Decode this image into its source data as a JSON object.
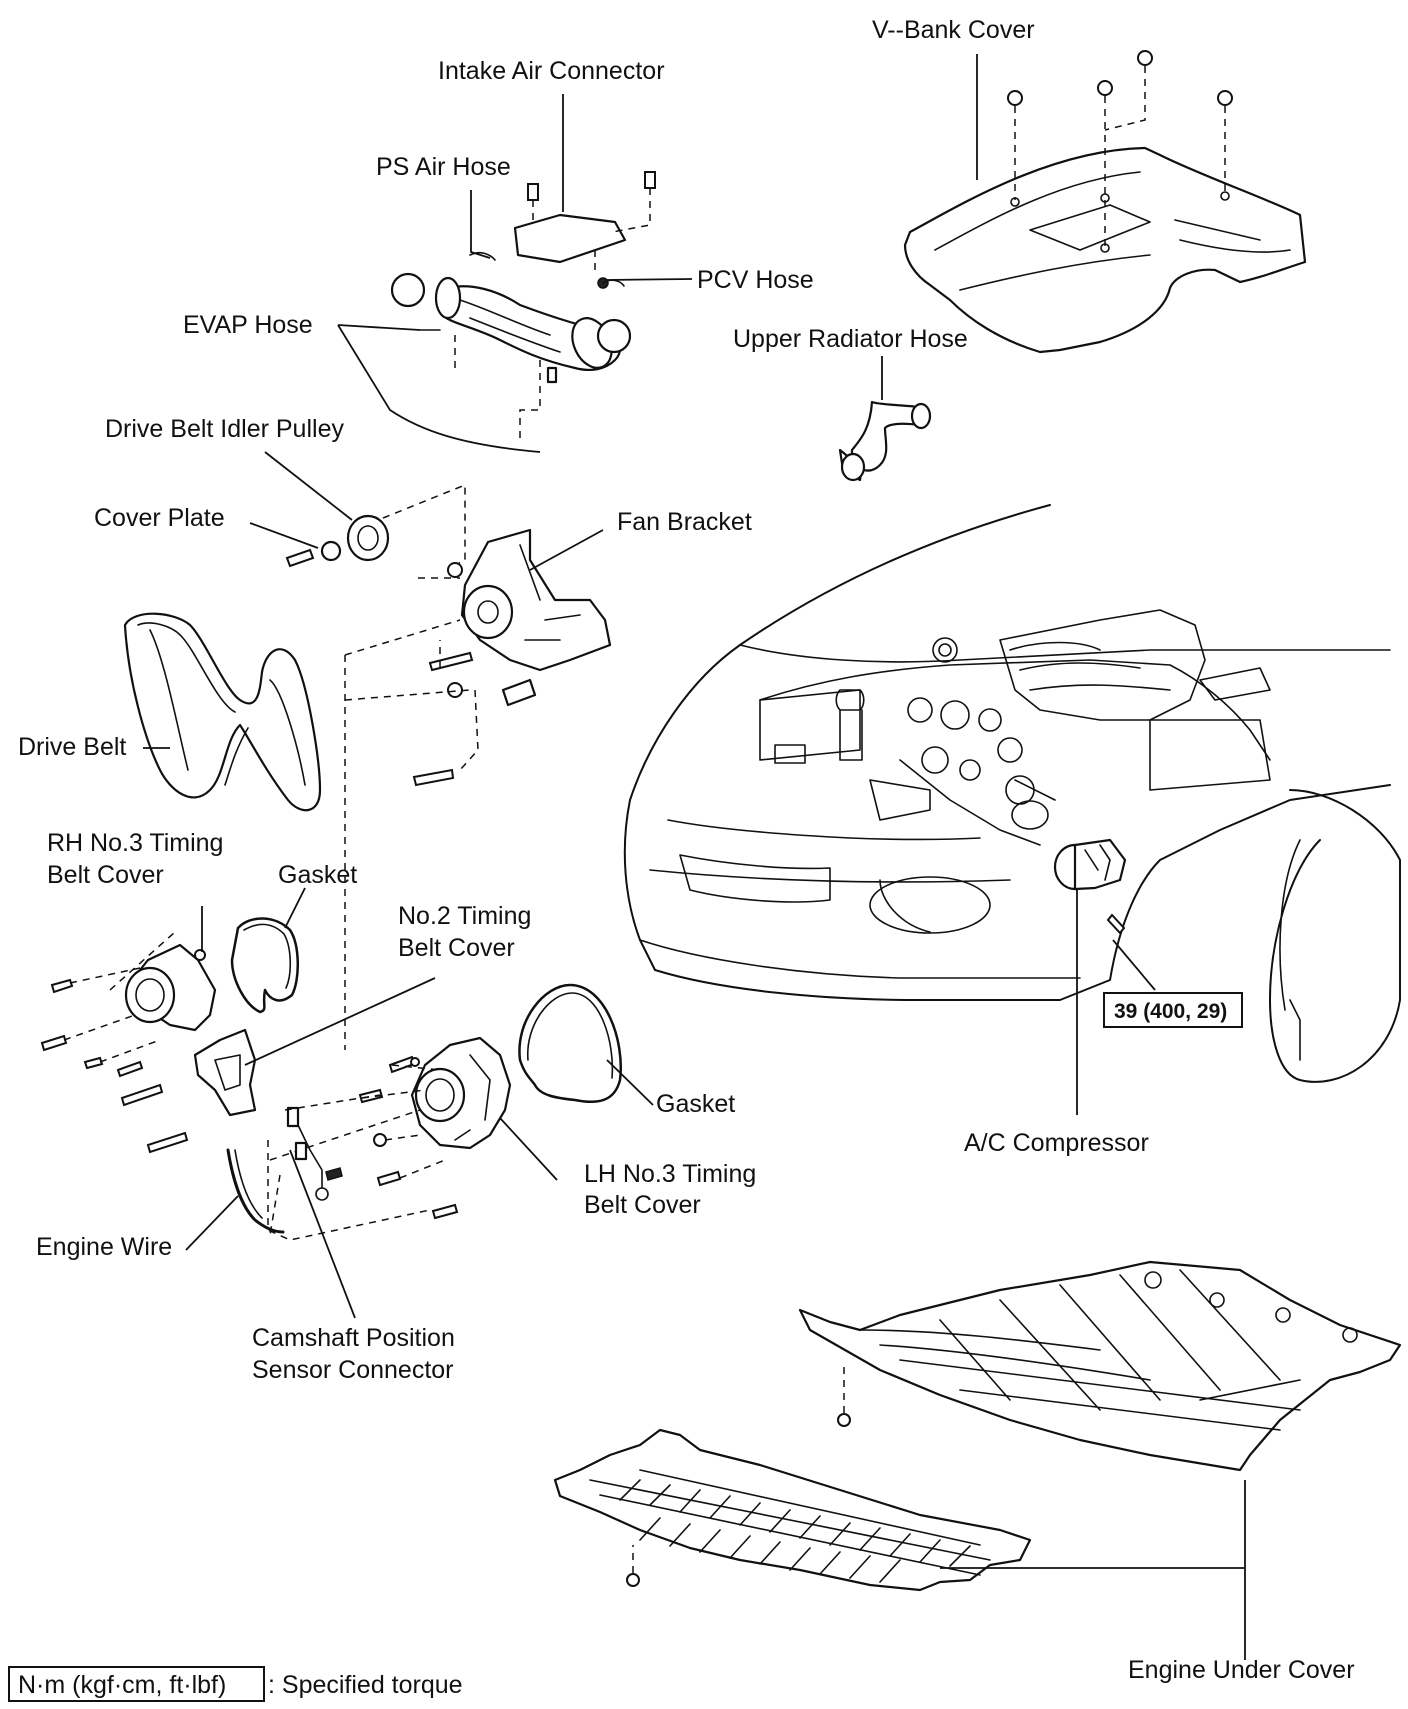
{
  "labels": {
    "v_bank_cover": "V--Bank Cover",
    "intake_air_connector": "Intake Air Connector",
    "ps_air_hose": "PS Air Hose",
    "pcv_hose": "PCV Hose",
    "evap_hose": "EVAP Hose",
    "upper_radiator_hose": "Upper Radiator Hose",
    "drive_belt_idler_pulley": "Drive Belt Idler Pulley",
    "cover_plate": "Cover Plate",
    "fan_bracket": "Fan Bracket",
    "drive_belt": "Drive Belt",
    "rh_no3_line1": "RH No.3 Timing",
    "rh_no3_line2": "Belt Cover",
    "gasket_upper": "Gasket",
    "no2_line1": "No.2 Timing",
    "no2_line2": "Belt Cover",
    "gasket_lower": "Gasket",
    "lh_no3_line1": "LH No.3 Timing",
    "lh_no3_line2": "Belt Cover",
    "ac_compressor": "A/C Compressor",
    "engine_wire": "Engine Wire",
    "camshaft_line1": "Camshaft Position",
    "camshaft_line2": "Sensor Connector",
    "engine_under_cover": "Engine Under Cover"
  },
  "torque_spec": "39 (400, 29)",
  "legend": {
    "unit_box": "N·m (kgf·cm, ft·lbf)",
    "description": ": Specified torque"
  }
}
